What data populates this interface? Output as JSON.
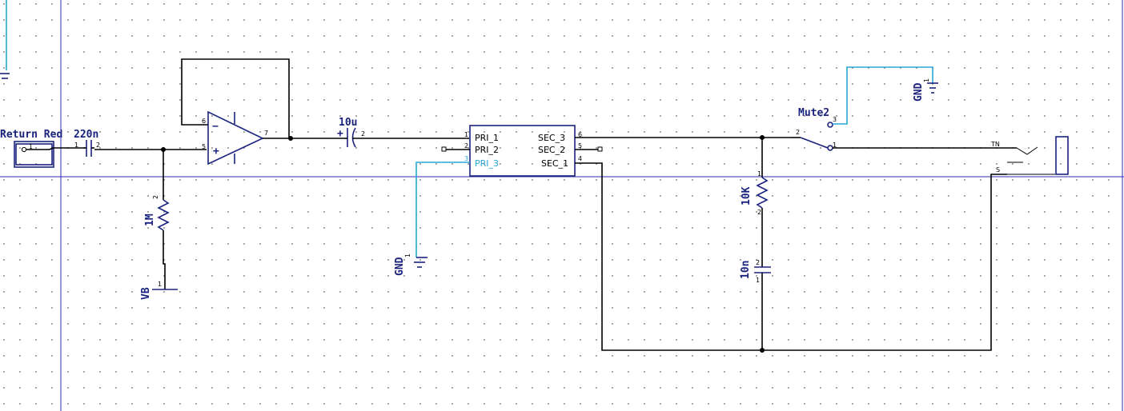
{
  "components": {
    "connector_in": {
      "ref": "Return Red",
      "pin": "1"
    },
    "c_in": {
      "value": "220n",
      "pins": [
        "1",
        "2"
      ]
    },
    "r_bias": {
      "value": "1M",
      "pins": [
        "2",
        "1"
      ]
    },
    "vb": {
      "net": "VB",
      "pin": "1"
    },
    "opamp": {
      "pins": [
        "6",
        "5",
        "7"
      ],
      "minus": "−",
      "plus": "+"
    },
    "c_couple": {
      "value": "10u",
      "pins": [
        "2"
      ],
      "plus": "+"
    },
    "transformer": {
      "pins_left": [
        {
          "num": "1",
          "name": "PRI_1"
        },
        {
          "num": "2",
          "name": "PRI_2"
        },
        {
          "num": "3",
          "name": "PRI_3"
        }
      ],
      "pins_right": [
        {
          "num": "6",
          "name": "SEC_3"
        },
        {
          "num": "5",
          "name": "SEC_2"
        },
        {
          "num": "4",
          "name": "SEC_1"
        }
      ]
    },
    "gnd_tx": {
      "net": "GND",
      "pin": "1"
    },
    "gnd_sw": {
      "net": "GND",
      "pin": "1"
    },
    "r_load": {
      "value": "10K",
      "pins": [
        "1",
        "2"
      ]
    },
    "c_load": {
      "value": "10n",
      "pins": [
        "2",
        "1"
      ]
    },
    "switch": {
      "ref": "Mute2",
      "pins": [
        "2",
        "1",
        "3"
      ]
    },
    "jack": {
      "pins": [
        "TN",
        "S"
      ]
    }
  }
}
